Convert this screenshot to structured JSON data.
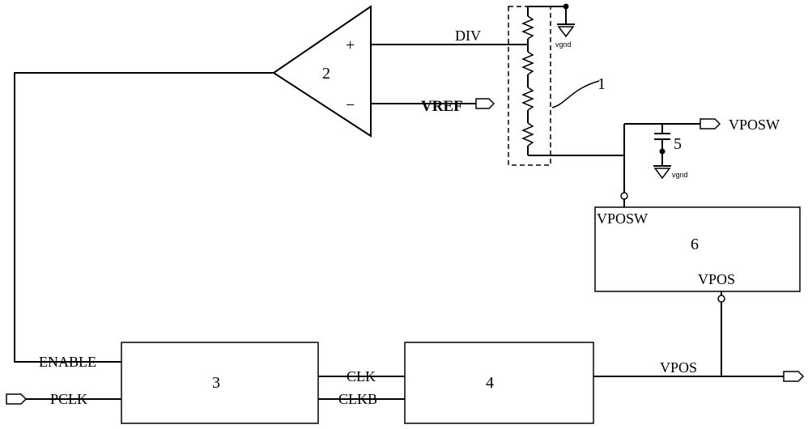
{
  "diagram": {
    "comparator": {
      "number": "2",
      "plus": "+",
      "minus": "−"
    },
    "divider": {
      "callout": "1",
      "gnd_label": "vgnd",
      "div_label": "DIV"
    },
    "vref_label": "VREF",
    "vposw_pin_label": "VPOSW",
    "capacitor": {
      "number": "5",
      "gnd_label": "vgnd"
    },
    "block6": {
      "number": "6",
      "in_label": "VPOSW",
      "out_label": "VPOS"
    },
    "block3": {
      "number": "3",
      "enable_label": "ENABLE",
      "pclk_label": "PCLK"
    },
    "block4": {
      "number": "4",
      "clk_label": "CLK",
      "clkb_label": "CLKB"
    },
    "vpos_out_label": "VPOS"
  }
}
